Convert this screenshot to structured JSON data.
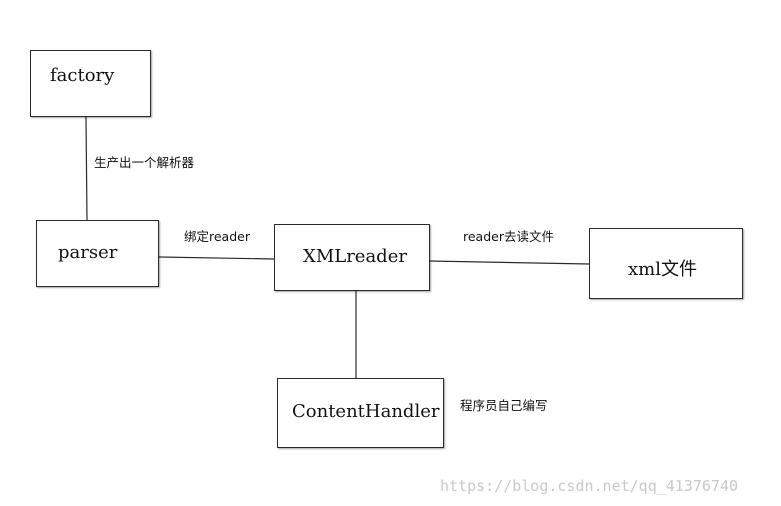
{
  "diagram": {
    "nodes": {
      "factory": "factory",
      "parser": "parser",
      "xmlreader": "XMLreader",
      "xml_file": "xml文件",
      "content_handler": "ContentHandler"
    },
    "edges": {
      "factory_to_parser": "生产出一个解析器",
      "parser_to_xmlreader": "绑定reader",
      "xmlreader_to_xml_file": "reader去读文件",
      "xmlreader_to_content_handler": "程序员自己编写"
    },
    "watermark": "https://blog.csdn.net/qq_41376740"
  }
}
